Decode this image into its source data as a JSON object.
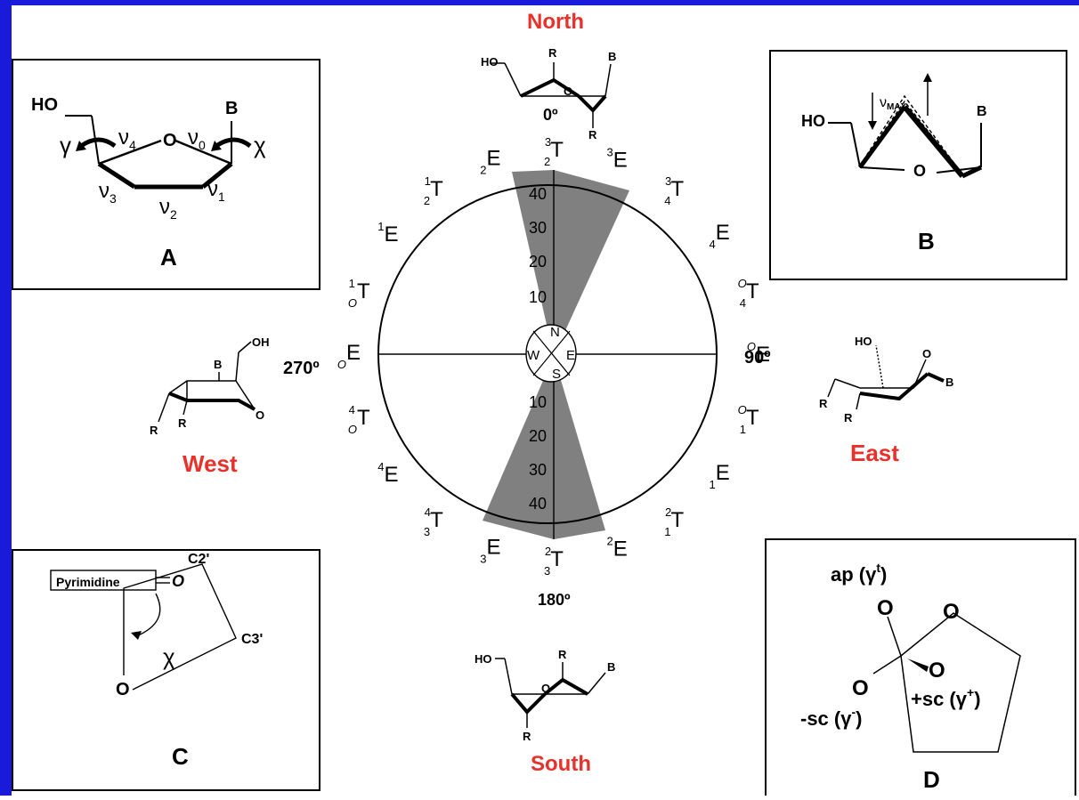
{
  "colors": {
    "border": "#1a1adb",
    "accent_red": "#e8312a",
    "shade": "#808080"
  },
  "compass": {
    "north": "North",
    "south": "South",
    "east": "East",
    "west": "West",
    "deg_0": "0º",
    "deg_90": "90º",
    "deg_180": "180º",
    "deg_270": "270º",
    "center_n": "N",
    "center_s": "S",
    "center_e": "E",
    "center_w": "W",
    "scale_labels": [
      "40",
      "30",
      "20",
      "10"
    ]
  },
  "pucker_labels": [
    {
      "sup": "3",
      "main": "T",
      "sub": "2"
    },
    {
      "sup": "3",
      "main": "E",
      "sub": ""
    },
    {
      "sup": "3",
      "main": "T",
      "sub": "4"
    },
    {
      "sup": "",
      "main": "E",
      "sub": "4"
    },
    {
      "sup": "O",
      "main": "T",
      "sub": "4"
    },
    {
      "sup": "O",
      "main": "E",
      "sub": ""
    },
    {
      "sup": "O",
      "main": "T",
      "sub": "1"
    },
    {
      "sup": "",
      "main": "E",
      "sub": "1"
    },
    {
      "sup": "2",
      "main": "T",
      "sub": "1"
    },
    {
      "sup": "2",
      "main": "E",
      "sub": ""
    },
    {
      "sup": "2",
      "main": "T",
      "sub": "3"
    },
    {
      "sup": "",
      "main": "E",
      "sub": "3"
    },
    {
      "sup": "4",
      "main": "T",
      "sub": "3"
    },
    {
      "sup": "4",
      "main": "E",
      "sub": ""
    },
    {
      "sup": "4",
      "main": "T",
      "sub": "O"
    },
    {
      "sup": "",
      "main": "E",
      "sub": "O"
    },
    {
      "sup": "1",
      "main": "T",
      "sub": "O"
    },
    {
      "sup": "1",
      "main": "E",
      "sub": ""
    },
    {
      "sup": "1",
      "main": "T",
      "sub": "2"
    },
    {
      "sup": "",
      "main": "E",
      "sub": "2"
    }
  ],
  "panel_a": {
    "label": "A",
    "ho": "HO",
    "o": "O",
    "b": "B",
    "gamma": "γ",
    "chi": "χ",
    "nu": "ν",
    "sub0": "0",
    "sub1": "1",
    "sub2": "2",
    "sub3": "3",
    "sub4": "4"
  },
  "panel_b": {
    "label": "B",
    "ho": "HO",
    "b": "B",
    "o": "O",
    "nu": "ν",
    "nu_sub": "MAX"
  },
  "panel_c": {
    "label": "C",
    "pyrimidine": "Pyrimidine",
    "o_eq": "O",
    "c2": "C2'",
    "c3": "C3'",
    "o": "O",
    "chi": "χ"
  },
  "panel_d": {
    "label": "D",
    "ap": "ap (γ",
    "ap_sup": "t",
    "sc_minus": "-sc (γ",
    "sc_minus_sup": "-",
    "sc_plus": "+sc (γ",
    "sc_plus_sup": "+",
    "close": ")",
    "o": "O"
  },
  "molecules": {
    "ho": "HO",
    "oh": "OH",
    "r": "R",
    "b": "B",
    "o": "O"
  }
}
